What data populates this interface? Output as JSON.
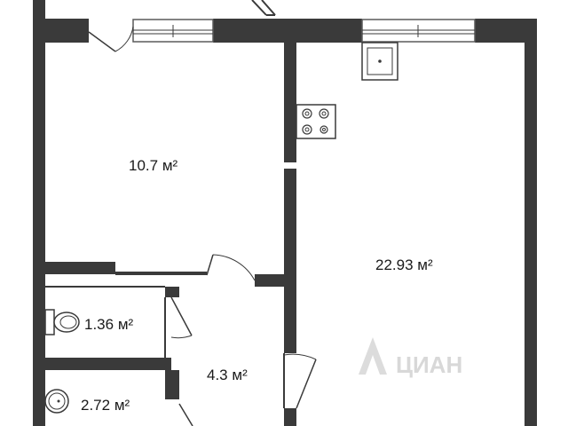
{
  "colors": {
    "wall": "#3a3a3a",
    "background": "#ffffff",
    "watermark": "#d8d8d8"
  },
  "rooms": [
    {
      "id": "room-1",
      "area": "10.7",
      "unit": "м²"
    },
    {
      "id": "room-2",
      "area": "22.93",
      "unit": "м²"
    },
    {
      "id": "room-3",
      "area": "1.36",
      "unit": "м²"
    },
    {
      "id": "room-4",
      "area": "4.3",
      "unit": "м²"
    },
    {
      "id": "room-5",
      "area": "2.72",
      "unit": "м²"
    }
  ],
  "watermark": {
    "text": "ЦИАН"
  }
}
